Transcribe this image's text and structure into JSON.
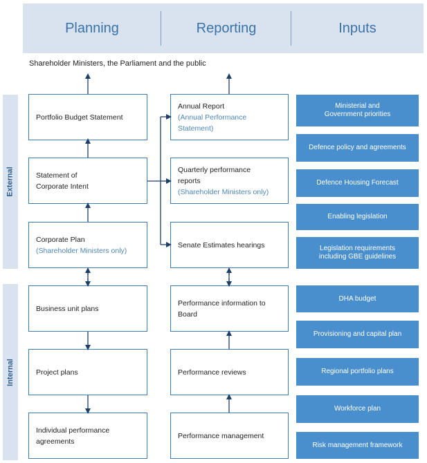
{
  "header": {
    "planning": "Planning",
    "reporting": "Reporting",
    "inputs": "Inputs"
  },
  "top_line": "Shareholder Ministers, the Parliament  and the public",
  "side_labels": {
    "external": "External",
    "internal": "Internal"
  },
  "planning_boxes": [
    {
      "line1": "Portfolio  Budget  Statement",
      "line2": ""
    },
    {
      "line1": "Statement   of",
      "line2": "Corporate  Intent"
    },
    {
      "line1": "Corporate  Plan",
      "line2": "(Shareholder  Ministers  only)"
    },
    {
      "line1": "Business  unit  plans",
      "line2": ""
    },
    {
      "line1": "Project  plans",
      "line2": ""
    },
    {
      "line1": "Individual  performance",
      "line2": "agreements"
    }
  ],
  "reporting_boxes": [
    {
      "line1": "Annual Report",
      "line2": "(Annual  Performance",
      "line3": "Statement)"
    },
    {
      "line1": "Quarterly  performance",
      "line2": "reports",
      "line3": "(Shareholder  Ministers  only)"
    },
    {
      "line1": "Senate  Estimates   hearings",
      "line2": "",
      "line3": ""
    },
    {
      "line1": "Performance  information  to",
      "line2": "Board",
      "line3": ""
    },
    {
      "line1": "Performance   reviews",
      "line2": "",
      "line3": ""
    },
    {
      "line1": "Performance   management",
      "line2": "",
      "line3": ""
    }
  ],
  "inputs": [
    {
      "line1": "Ministerial and",
      "line2": "Government priorities"
    },
    {
      "line1": "Defence policy and agreements",
      "line2": ""
    },
    {
      "line1": "Defence Housing Forecast",
      "line2": ""
    },
    {
      "line1": "Enabling  legislation",
      "line2": ""
    },
    {
      "line1": "Legislation requirements",
      "line2": "including GBE guidelines"
    },
    {
      "line1": "DHA budget",
      "line2": ""
    },
    {
      "line1": "Provisioning and capital plan",
      "line2": ""
    },
    {
      "line1": "Regional portfolio plans",
      "line2": ""
    },
    {
      "line1": "Workforce plan",
      "line2": ""
    },
    {
      "line1": "Risk management framework",
      "line2": ""
    }
  ]
}
